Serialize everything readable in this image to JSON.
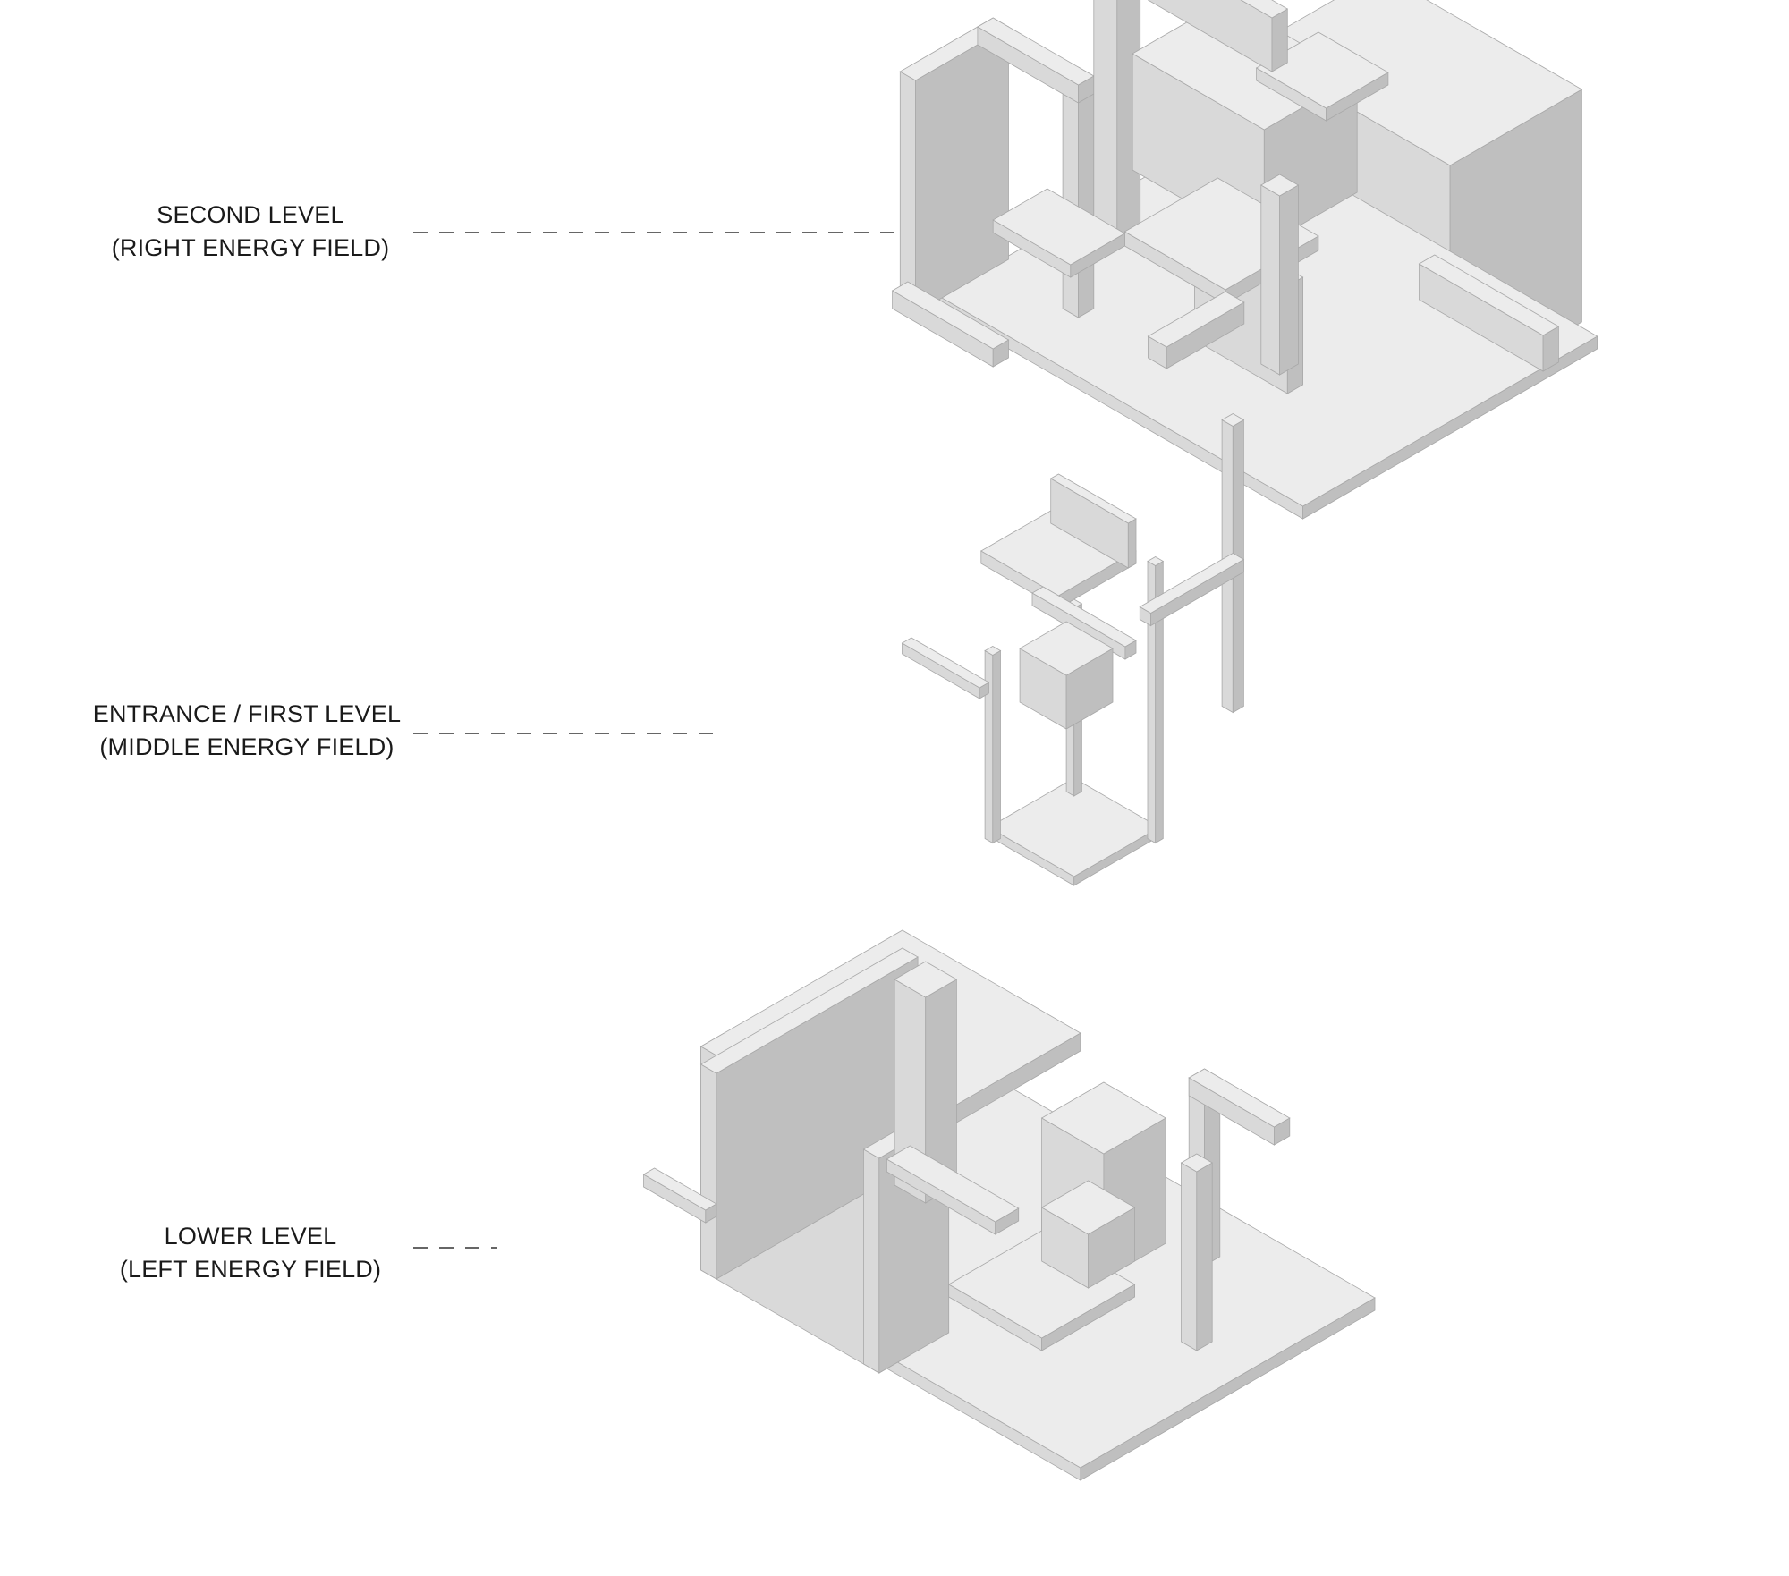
{
  "levels": [
    {
      "id": "second",
      "name": "SECOND LEVEL",
      "field": "(RIGHT ENERGY FIELD)"
    },
    {
      "id": "first",
      "name": "ENTRANCE / FIRST LEVEL",
      "field": "(MIDDLE ENERGY FIELD)"
    },
    {
      "id": "lower",
      "name": "LOWER LEVEL",
      "field": "(LEFT ENERGY FIELD)"
    }
  ],
  "colors": {
    "background": "#ffffff",
    "text": "#1a1a1a",
    "leader": "#333333",
    "top_face": "#ececec",
    "left_face": "#d9d9d9",
    "right_face": "#bfbfbf",
    "edge": "#a8a8a8"
  }
}
